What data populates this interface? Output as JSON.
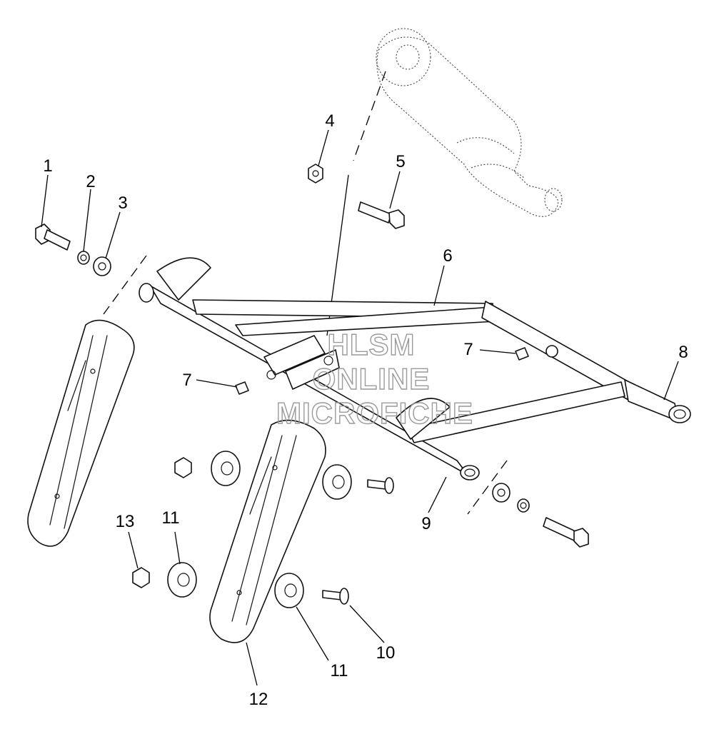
{
  "callouts": {
    "c1": "1",
    "c2": "2",
    "c3": "3",
    "c4": "4",
    "c5": "5",
    "c6": "6",
    "c7a": "7",
    "c7b": "7",
    "c8": "8",
    "c9": "9",
    "c10": "10",
    "c11a": "11",
    "c11b": "11",
    "c12": "12",
    "c13": "13"
  },
  "watermark": {
    "line1": "HLSM",
    "line2": "ONLINE",
    "line3": "MICROFICHE"
  }
}
